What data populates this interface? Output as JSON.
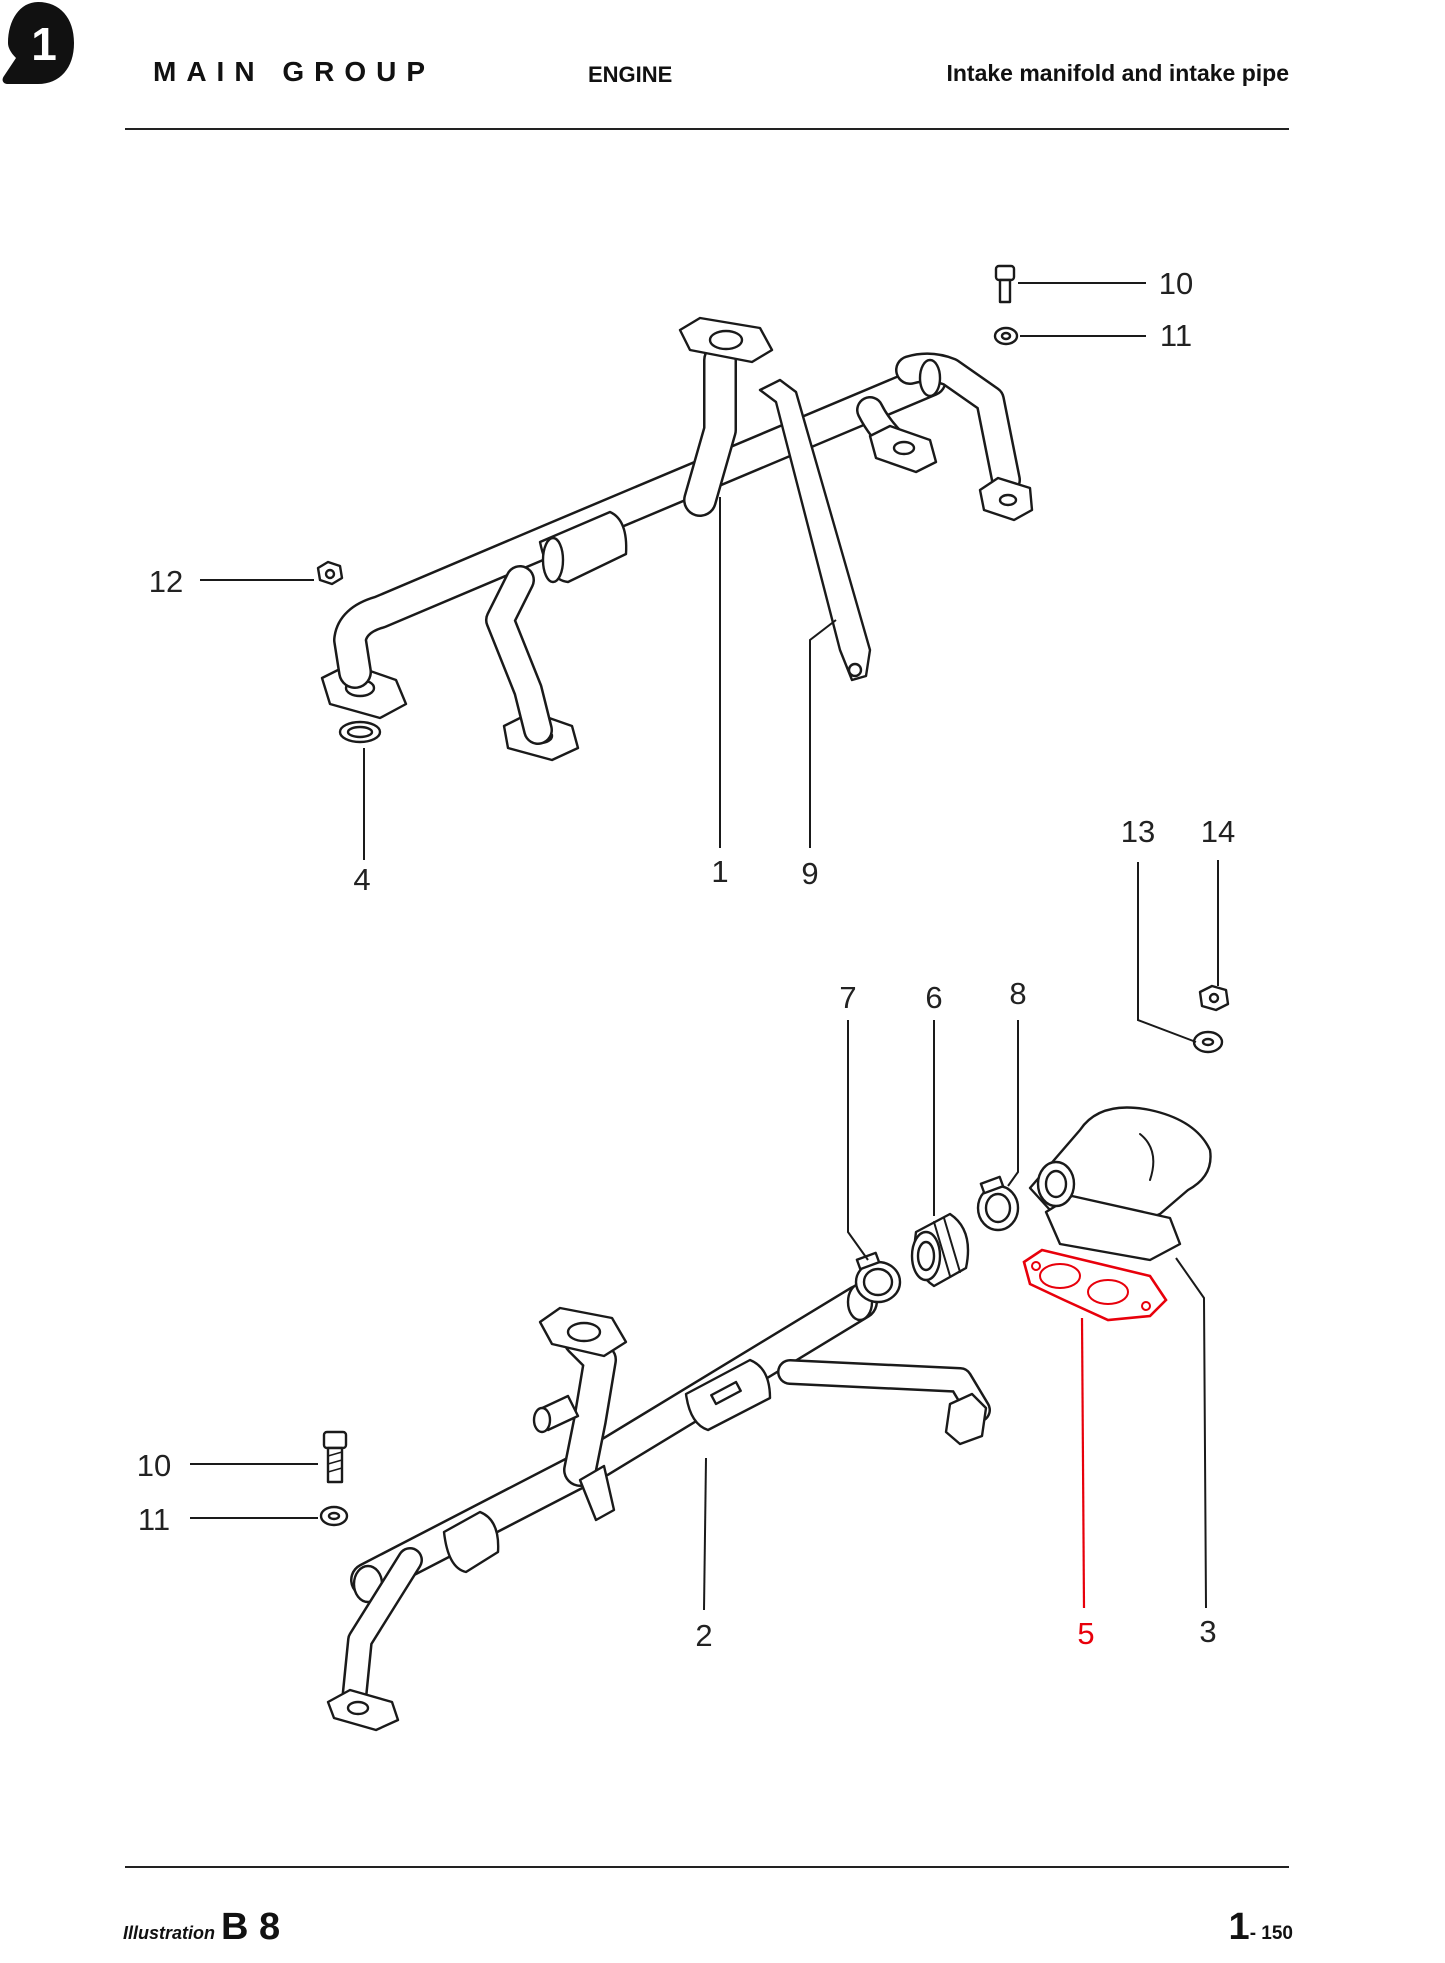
{
  "header": {
    "main_group": "MAIN GROUP",
    "group_number": "1",
    "group_name": "ENGINE",
    "section_title": "Intake manifold and intake pipe"
  },
  "callouts": {
    "part_1": "1",
    "part_2": "2",
    "part_3": "3",
    "part_4": "4",
    "part_5": "5",
    "part_6": "6",
    "part_7": "7",
    "part_8": "8",
    "part_9": "9",
    "part_10_top": "10",
    "part_11_top": "11",
    "part_12": "12",
    "part_13": "13",
    "part_14": "14",
    "part_10_bottom": "10",
    "part_11_bottom": "11"
  },
  "highlight": {
    "part": "5",
    "color": "#e8000b"
  },
  "footer": {
    "illustration_label": "Illustration",
    "illustration_id": "B 8",
    "page_prefix": "1",
    "page_suffix": "- 150"
  }
}
